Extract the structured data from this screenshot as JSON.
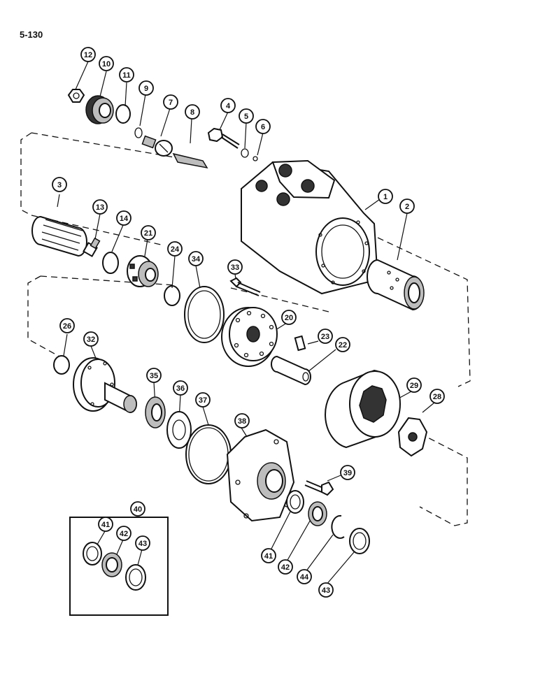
{
  "page_code": "5-130",
  "callouts": [
    {
      "id": "12",
      "label": "12"
    },
    {
      "id": "10",
      "label": "10"
    },
    {
      "id": "11",
      "label": "11"
    },
    {
      "id": "9",
      "label": "9"
    },
    {
      "id": "7",
      "label": "7"
    },
    {
      "id": "8",
      "label": "8"
    },
    {
      "id": "4",
      "label": "4"
    },
    {
      "id": "5",
      "label": "5"
    },
    {
      "id": "6",
      "label": "6"
    },
    {
      "id": "3",
      "label": "3"
    },
    {
      "id": "13",
      "label": "13"
    },
    {
      "id": "14",
      "label": "14"
    },
    {
      "id": "21",
      "label": "21"
    },
    {
      "id": "24",
      "label": "24"
    },
    {
      "id": "34",
      "label": "34"
    },
    {
      "id": "33",
      "label": "33"
    },
    {
      "id": "1",
      "label": "1"
    },
    {
      "id": "2",
      "label": "2"
    },
    {
      "id": "20",
      "label": "20"
    },
    {
      "id": "23",
      "label": "23"
    },
    {
      "id": "22",
      "label": "22"
    },
    {
      "id": "26",
      "label": "26"
    },
    {
      "id": "32",
      "label": "32"
    },
    {
      "id": "35",
      "label": "35"
    },
    {
      "id": "36",
      "label": "36"
    },
    {
      "id": "37",
      "label": "37"
    },
    {
      "id": "38",
      "label": "38"
    },
    {
      "id": "29",
      "label": "29"
    },
    {
      "id": "28",
      "label": "28"
    },
    {
      "id": "39",
      "label": "39"
    },
    {
      "id": "40",
      "label": "40"
    },
    {
      "id": "41a",
      "label": "41"
    },
    {
      "id": "42a",
      "label": "42"
    },
    {
      "id": "43a",
      "label": "43"
    },
    {
      "id": "41b",
      "label": "41"
    },
    {
      "id": "42b",
      "label": "42"
    },
    {
      "id": "44",
      "label": "44"
    },
    {
      "id": "43b",
      "label": "43"
    }
  ]
}
